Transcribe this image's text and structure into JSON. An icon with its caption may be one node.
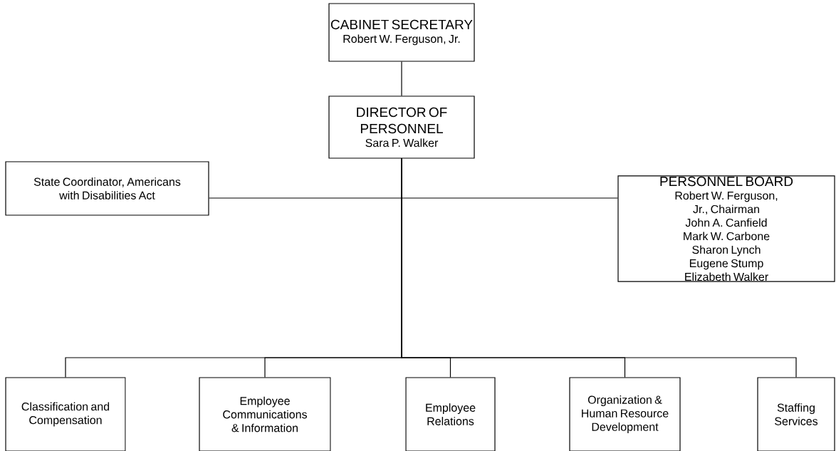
{
  "diagram": {
    "nodes": [
      {
        "text": [
          "CABINET SECRETARY",
          "Robert W. Ferguson, Jr."
        ]
      },
      {
        "text": [
          "DIRECTOR OF PERSONNEL",
          "Sara P. Walker"
        ]
      },
      {
        "text": [
          "State Coordinator, Americans with Disabilities Act"
        ]
      },
      {
        "text": [
          "PERSONNEL BOARD",
          "Robert W. Ferguson, Jr., Chairman",
          "John A. Canfield",
          "Mark W. Carbone",
          "Sharon Lynch",
          "Eugene Stump",
          "Elizabeth Walker"
        ]
      },
      {
        "text": [
          "Classification and Compensation"
        ]
      },
      {
        "text": [
          "Employee Communications & Information"
        ]
      },
      {
        "text": [
          "Employee Relations"
        ]
      },
      {
        "text": [
          "Organization & Human Resource Development"
        ]
      },
      {
        "text": [
          "Staffing Services"
        ]
      }
    ],
    "edges": [
      {
        "from": 0,
        "to": 1,
        "arrow": "none"
      },
      {
        "from": 1,
        "to": 2,
        "arrow": "none"
      },
      {
        "from": 1,
        "to": 3,
        "arrow": "none"
      },
      {
        "from": 1,
        "to": 4,
        "arrow": "none"
      },
      {
        "from": 1,
        "to": 5,
        "arrow": "none"
      },
      {
        "from": 1,
        "to": 6,
        "arrow": "none"
      },
      {
        "from": 1,
        "to": 7,
        "arrow": "none"
      },
      {
        "from": 1,
        "to": 8,
        "arrow": "none"
      }
    ]
  }
}
